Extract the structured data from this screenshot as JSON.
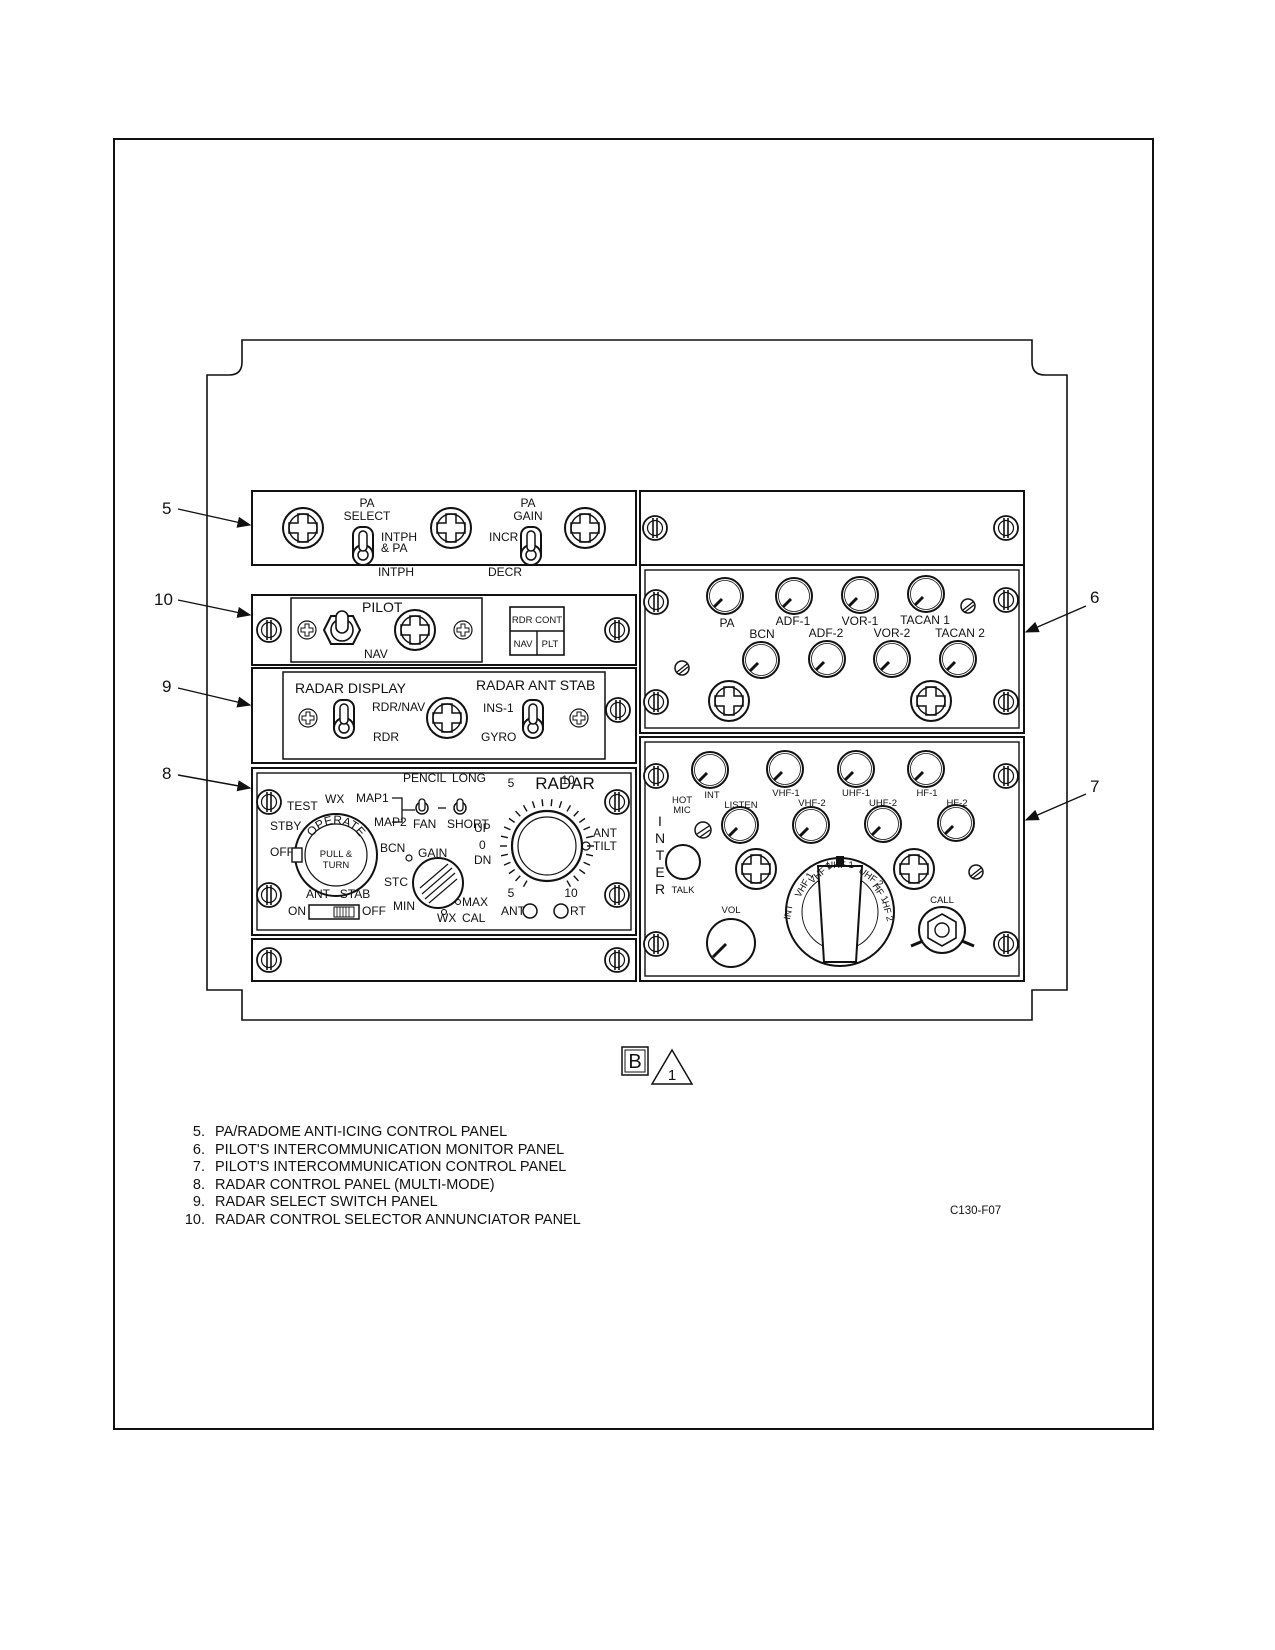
{
  "panels": {
    "p5": {
      "callout": "5",
      "pa_select_line1": "PA",
      "pa_select_line2": "SELECT",
      "intph_pa_line1": "INTPH",
      "intph_pa_line2": "& PA",
      "intph": "INTPH",
      "pa_gain_line1": "PA",
      "pa_gain_line2": "GAIN",
      "incr": "INCR",
      "decr": "DECR"
    },
    "p10": {
      "callout": "10",
      "pilot": "PILOT",
      "nav": "NAV",
      "rdr_cont": "RDR CONT",
      "nav_cell": "NAV",
      "plt_cell": "PLT"
    },
    "p9": {
      "callout": "9",
      "radar_display": "RADAR DISPLAY",
      "rdr_nav": "RDR/NAV",
      "rdr": "RDR",
      "radar_ant_stab": "RADAR ANT STAB",
      "ins1": "INS-1",
      "gyro": "GYRO"
    },
    "p8": {
      "callout": "8",
      "radar": "RADAR",
      "test": "TEST",
      "wx": "WX",
      "stby": "STBY",
      "off": "OFF",
      "operate": "OPERATE",
      "pull": "PULL &",
      "turn": "TURN",
      "map1": "MAP1",
      "map2": "MAP2",
      "pencil": "PENCIL",
      "long": "LONG",
      "fan": "FAN",
      "short": "SHORT",
      "bcn": "BCN",
      "gain": "GAIN",
      "stc": "STC",
      "min": "MIN",
      "max": "MAX",
      "wx2": "WX",
      "cal": "CAL",
      "up": "UP",
      "zero": "0",
      "dn": "DN",
      "five_top": "5",
      "ten_top": "10",
      "five_bot": "5",
      "ten_bot": "10",
      "ant": "ANT",
      "tilt": "TILT",
      "ant_btn": "ANT",
      "rt": "RT",
      "ant_stab": "ANT   STAB",
      "on": "ON",
      "off2": "OFF"
    },
    "p6": {
      "callout": "6",
      "pa": "PA",
      "adf1": "ADF-1",
      "vor1": "VOR-1",
      "tacan1": "TACAN 1",
      "bcn": "BCN",
      "adf2": "ADF-2",
      "vor2": "VOR-2",
      "tacan2": "TACAN 2"
    },
    "p7": {
      "callout": "7",
      "int": "INT",
      "vhf1": "VHF-1",
      "uhf1": "UHF-1",
      "hf1": "HF-1",
      "listen": "LISTEN",
      "vhf2": "VHF-2",
      "uhf2": "UHF-2",
      "hf2": "HF-2",
      "hot": "HOT",
      "mic": "MIC",
      "talk": "TALK",
      "inter": [
        "I",
        "N",
        "T",
        "E",
        "R"
      ],
      "vol": "VOL",
      "call": "CALL",
      "sel_int": "INT",
      "sel_vhf1": "VHF 1",
      "sel_vhf2": "VHF 2",
      "sel_uhf1": "UHF 1",
      "sel_uhf2": "UHF 2",
      "sel_hf1": "HF 1",
      "sel_hf2": "HF 2"
    }
  },
  "view_label": "B",
  "view_note": "1",
  "legend": [
    {
      "num": "5.",
      "text": "PA/RADOME ANTI-ICING CONTROL PANEL"
    },
    {
      "num": "6.",
      "text": "PILOT'S INTERCOMMUNICATION MONITOR PANEL"
    },
    {
      "num": "7.",
      "text": "PILOT'S INTERCOMMUNICATION CONTROL PANEL"
    },
    {
      "num": "8.",
      "text": "RADAR CONTROL PANEL (MULTI-MODE)"
    },
    {
      "num": "9.",
      "text": "RADAR SELECT SWITCH PANEL"
    },
    {
      "num": "10.",
      "text": "RADAR CONTROL SELECTOR ANNUNCIATOR PANEL"
    }
  ],
  "figure_id": "C130-F07"
}
